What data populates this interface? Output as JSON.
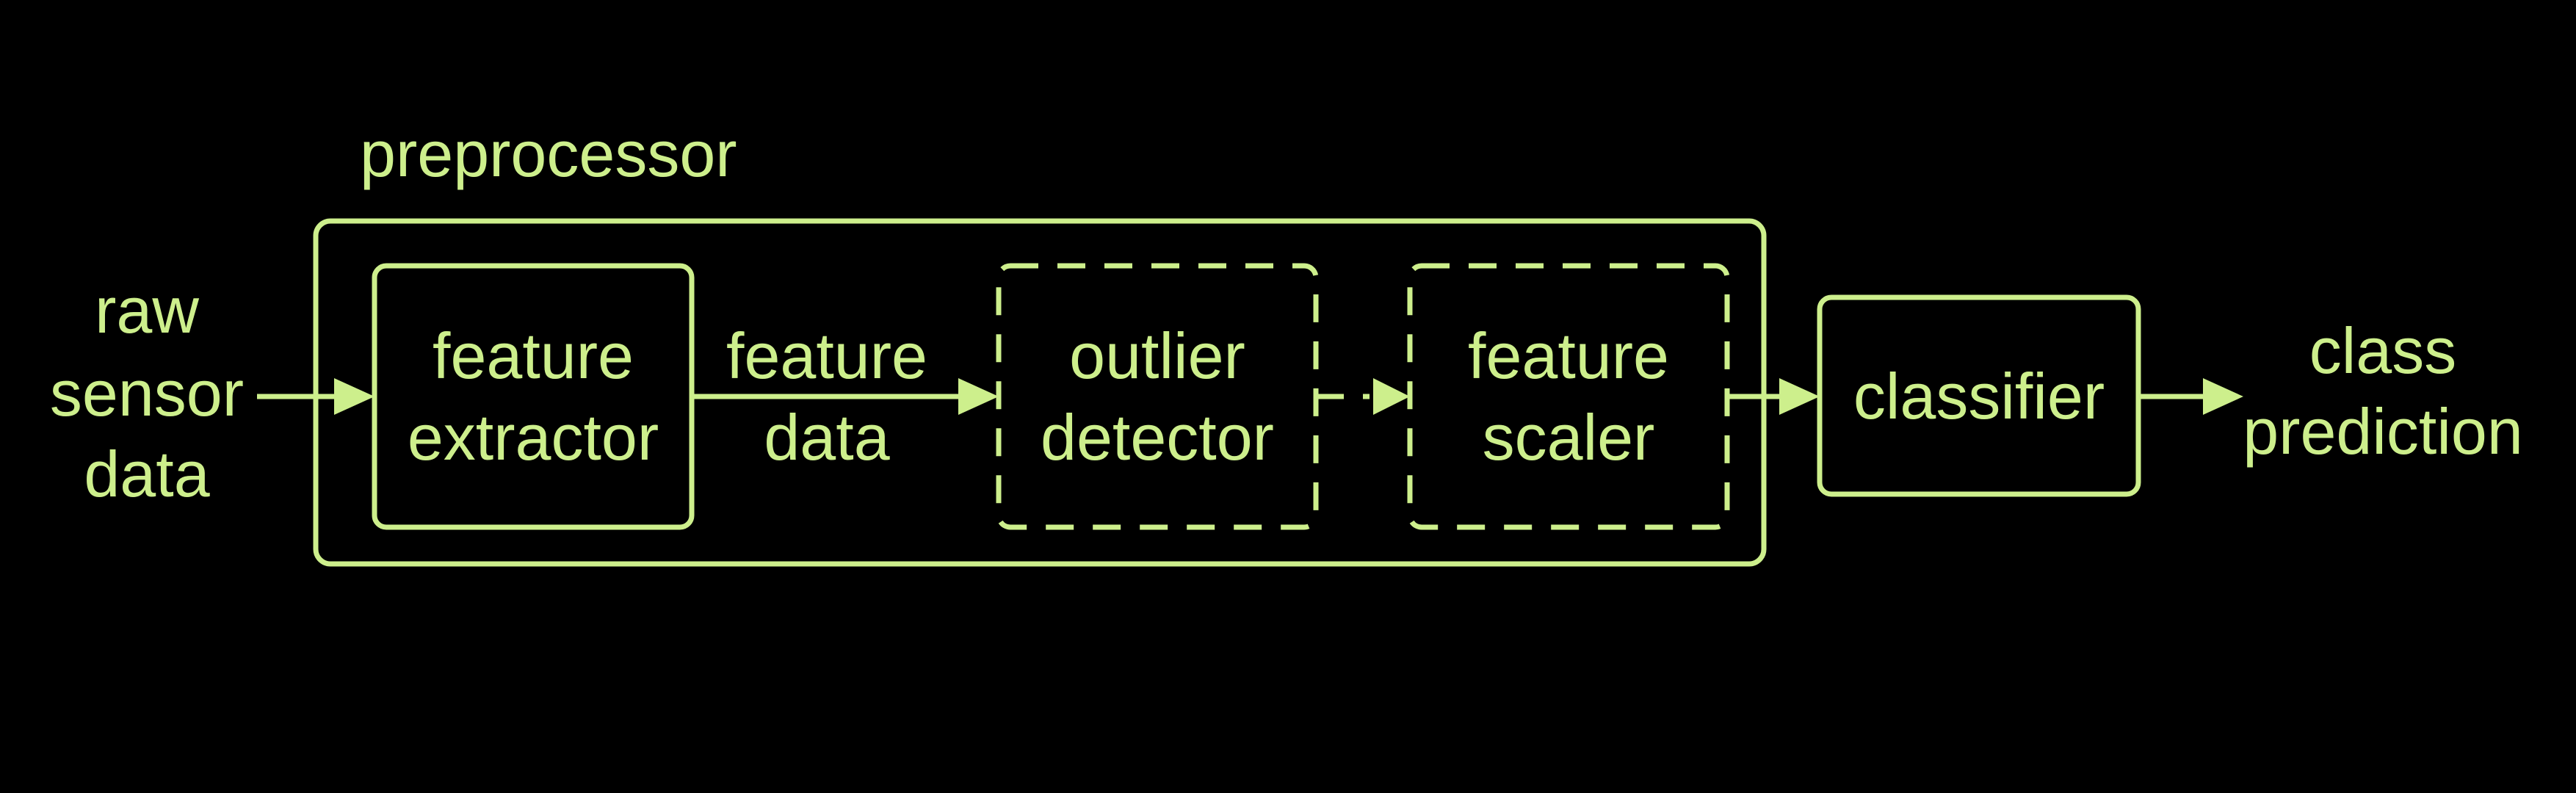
{
  "colors": {
    "background": "#000000",
    "stroke": "#cdef8c"
  },
  "labels": {
    "preprocessor": "preprocessor",
    "input_line1": "raw",
    "input_line2": "sensor",
    "input_line3": "data",
    "extractor_line1": "feature",
    "extractor_line2": "extractor",
    "edge_line1": "feature",
    "edge_line2": "data",
    "outlier_line1": "outlier",
    "outlier_line2": "detector",
    "scaler_line1": "feature",
    "scaler_line2": "scaler",
    "classifier": "classifier",
    "output_line1": "class",
    "output_line2": "prediction"
  }
}
